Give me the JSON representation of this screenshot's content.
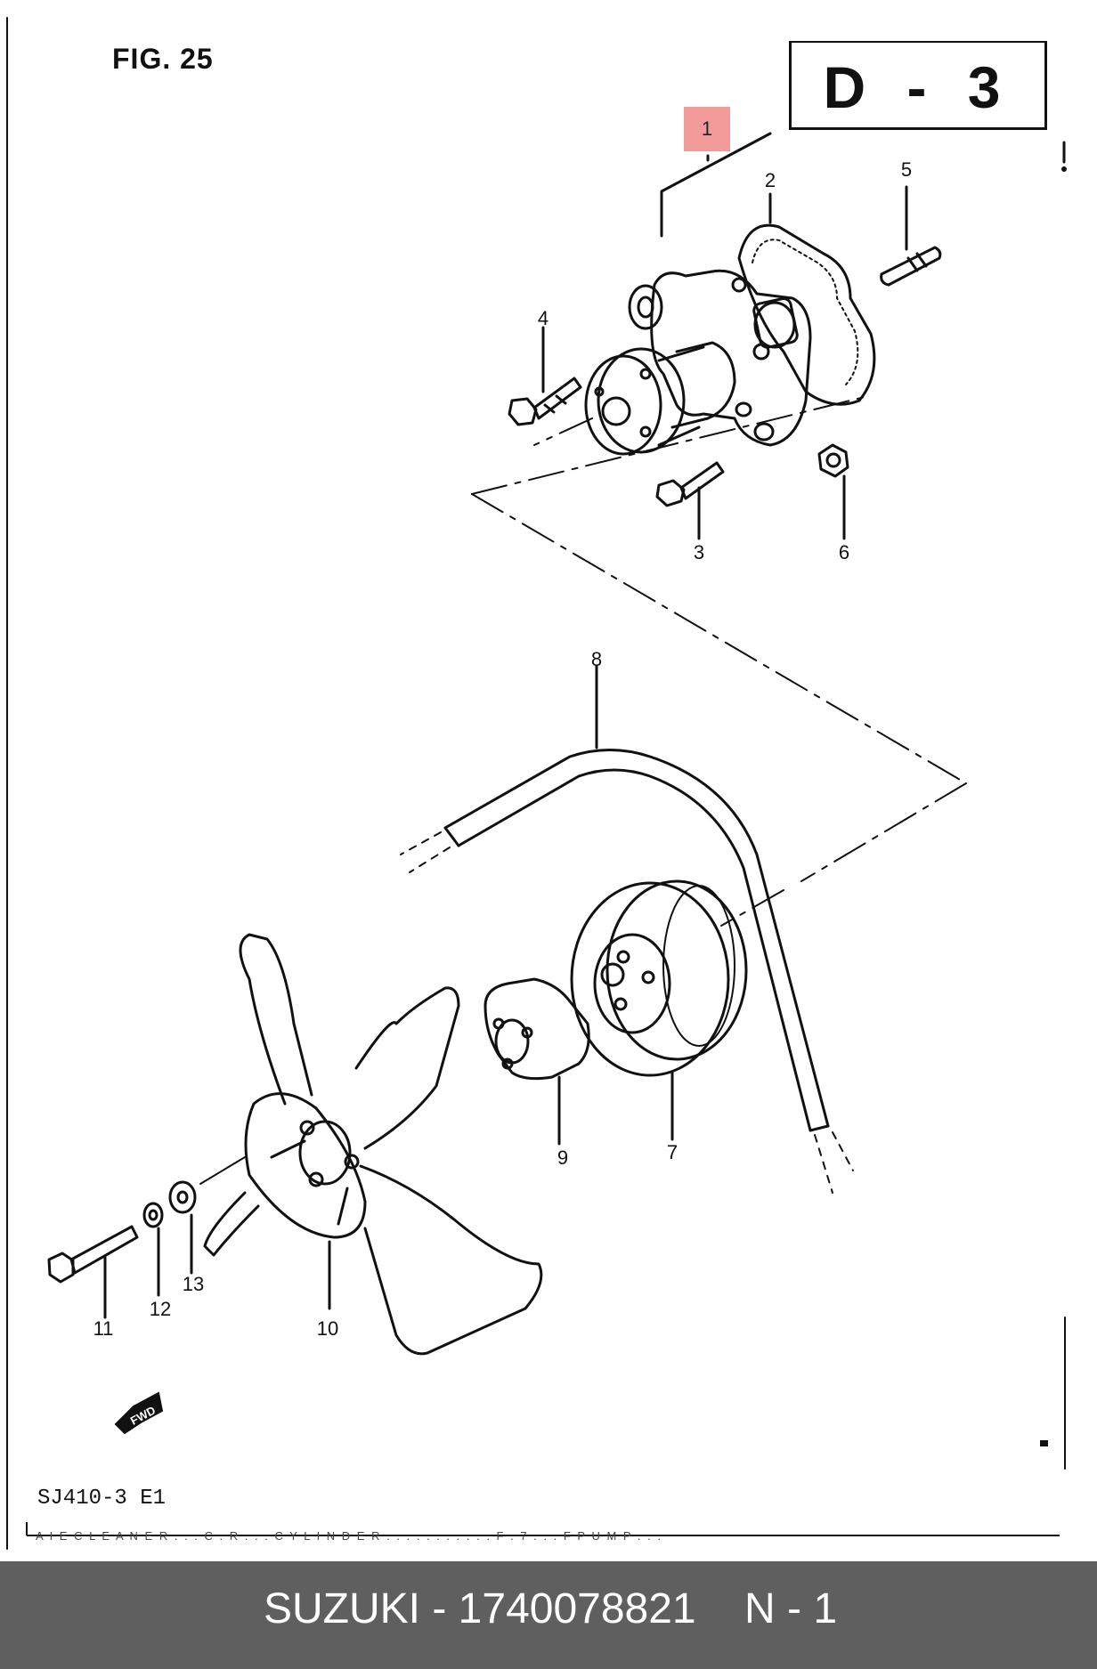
{
  "figure": {
    "title": "FIG. 25",
    "page_code": "D - 3",
    "model_code": "SJ410-3 E1",
    "footer_text": "A I E   C L E A N E R   . . .   C . R   . . .   C Y L I N D E R   . . . .   . . . .   . . .   F   . 7   . . .   F   P U M P . . ."
  },
  "callouts": [
    "1",
    "2",
    "3",
    "4",
    "5",
    "6",
    "7",
    "8",
    "9",
    "10",
    "11",
    "12",
    "13"
  ],
  "highlight": {
    "label": "1",
    "color": "#f29a9a"
  },
  "fwd_label": "FWD",
  "caption": {
    "brand": "SUZUKI - 1740078821",
    "note": "N - 1",
    "background": "#5f5f5f",
    "text_color": "#ffffff"
  }
}
